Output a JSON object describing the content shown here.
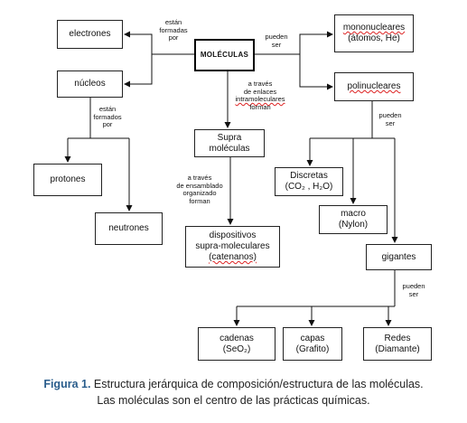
{
  "nodes": {
    "moleculas": "MOLÉCULAS",
    "electrones": "electrones",
    "nucleos": "núcleos",
    "protones": "protones",
    "neutrones": "neutrones",
    "mononucleares_1": "mononucleares",
    "mononucleares_2": "(átomos, He)",
    "polinucleares": "polinucleares",
    "supra_1": "Supra",
    "supra_2": "moléculas",
    "disp_1": "dispositivos",
    "disp_2": "supra-moleculares",
    "disp_3": "(catenanos)",
    "discretas_1": "Discretas",
    "discretas_2": "(CO₂ , H₂O)",
    "macro_1": "macro",
    "macro_2": "(Nylon)",
    "gigantes": "gigantes",
    "cadenas_1": "cadenas",
    "cadenas_2": "(SeO₂)",
    "capas_1": "capas",
    "capas_2": "(Grafito)",
    "redes_1": "Redes",
    "redes_2": "(Diamante)"
  },
  "labels": {
    "estan_formadas": [
      "están",
      "formadas",
      "por"
    ],
    "pueden_ser_1": [
      "pueden",
      "ser"
    ],
    "a_traves_enlaces": [
      "a través",
      "de enlaces",
      "intramoleculares",
      "forman"
    ],
    "estan_formados": [
      "están",
      "formados",
      "por"
    ],
    "pueden_ser_2": [
      "pueden",
      "ser"
    ],
    "a_traves_ensamblado": [
      "a través",
      "de ensamblado",
      "organizado",
      "forman"
    ],
    "pueden_ser_3": [
      "pueden",
      "ser"
    ]
  },
  "caption": {
    "figure_label": "Figura 1.",
    "line1": "Estructura jerárquica de composición/estructura de las moléculas.",
    "line2": "Las moléculas son el centro de las prácticas químicas."
  }
}
